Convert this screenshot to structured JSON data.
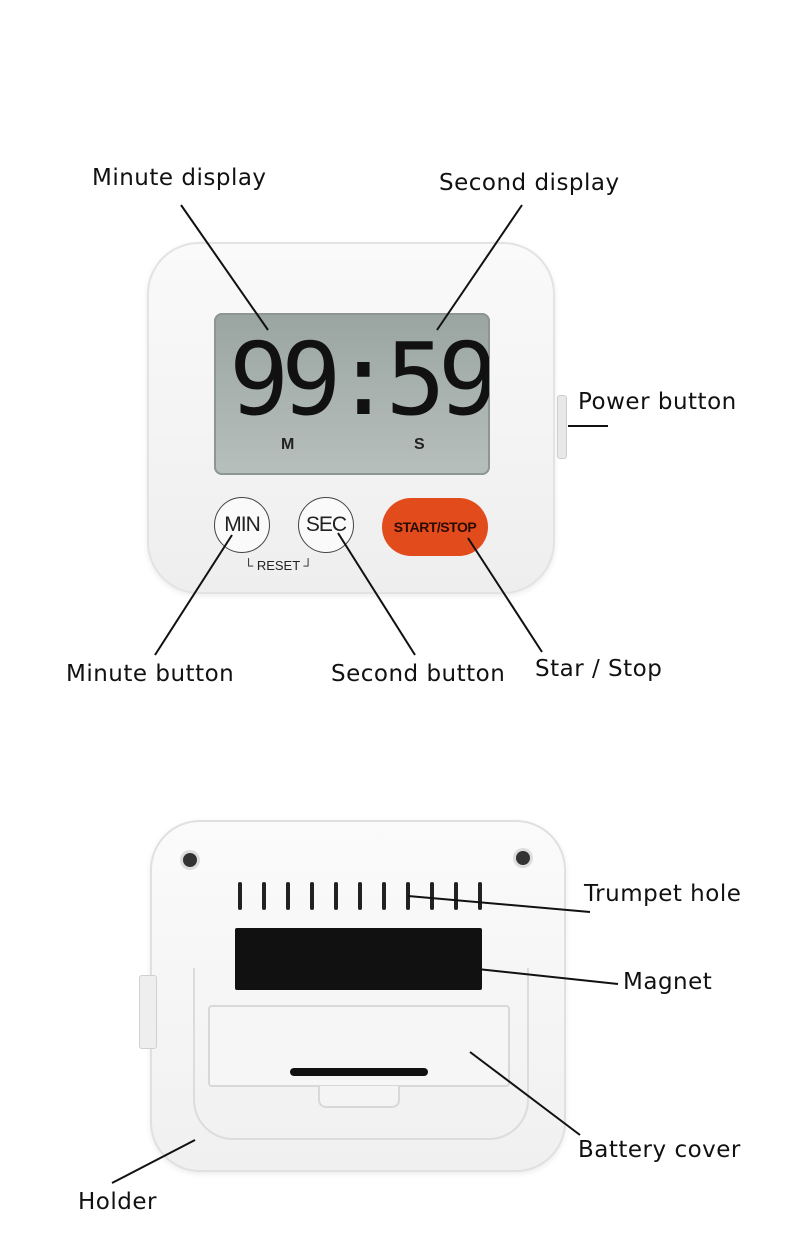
{
  "front": {
    "display_value": "99:59",
    "minute_unit": "M",
    "second_unit": "S",
    "min_button": "MIN",
    "sec_button": "SEC",
    "start_stop_button": "START/STOP",
    "reset_label": "RESET",
    "start_stop_color": "#e24b1c",
    "callouts": {
      "minute_display": "Minute display",
      "second_display": "Second display",
      "power_button": "Power button",
      "minute_button": "Minute button",
      "second_button": "Second button",
      "start_stop": "Star / Stop"
    }
  },
  "back": {
    "callouts": {
      "trumpet_hole": "Trumpet hole",
      "magnet": "Magnet",
      "battery_cover": "Battery cover",
      "holder": "Holder"
    }
  }
}
